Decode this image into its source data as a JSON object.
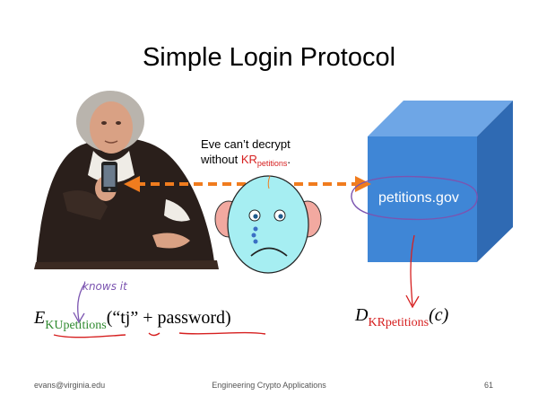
{
  "slide": {
    "title": "Simple Login Protocol",
    "caption_line1": "Eve can’t decrypt",
    "caption_without": "without",
    "caption_key": "KR",
    "caption_key_sub": "petitions",
    "caption_end": ".",
    "server_label": "petitions.gov",
    "annotation": "knows it",
    "formula_left": {
      "func": "E",
      "key": "KU",
      "key_sub": "petitions",
      "args": "(“tj” + password)"
    },
    "formula_right": {
      "func": "D",
      "key": "KR",
      "key_sub": "petitions",
      "args": "(c)"
    },
    "footer_left": "evans@virginia.edu",
    "footer_center": "Engineering Crypto Applications",
    "footer_right": "61"
  },
  "colors": {
    "arrow": "#f07c1e",
    "cube_front": "#3f86d6",
    "cube_top": "#6ea6e6",
    "cube_side": "#2f6ab3",
    "key_red": "#d62020",
    "key_green": "#2f8a2f",
    "annotation_purple": "#7b54b0"
  },
  "icons": {
    "person": "person-with-phone-icon",
    "eve": "sad-face-eve-icon",
    "server": "server-cube-icon"
  }
}
